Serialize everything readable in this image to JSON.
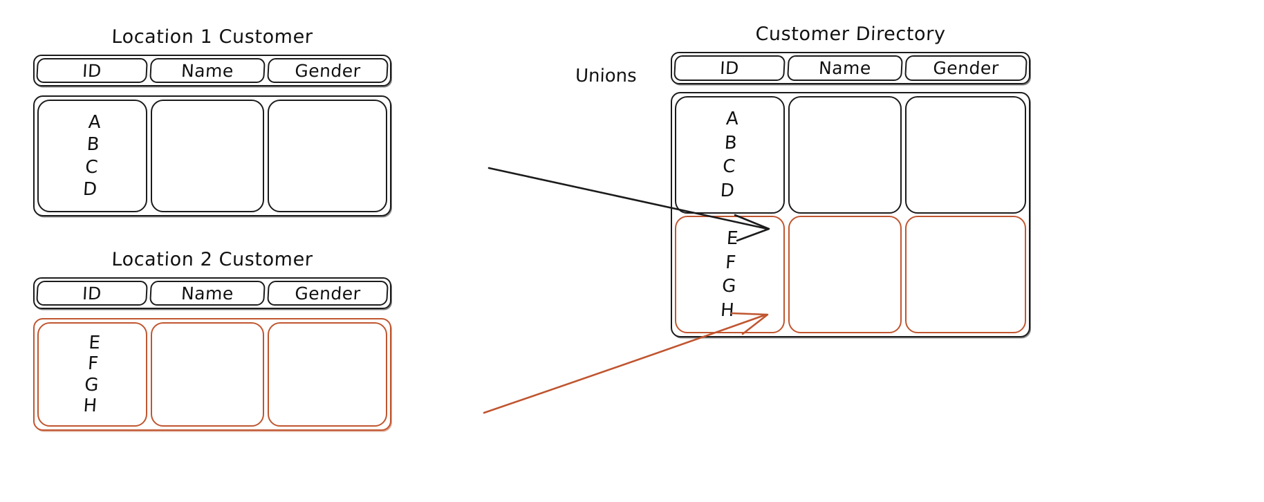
{
  "diagram": {
    "title_note": "Unions",
    "accent_color": "#c0552f",
    "ink_color": "#1b1b1b"
  },
  "labels": {
    "unions": "Unions"
  },
  "tables": {
    "location1": {
      "title": "Location 1 Customer",
      "columns": [
        "ID",
        "Name",
        "Gender"
      ],
      "rows": [
        {
          "ID": "A",
          "Name": "",
          "Gender": ""
        },
        {
          "ID": "B",
          "Name": "",
          "Gender": ""
        },
        {
          "ID": "C",
          "Name": "",
          "Gender": ""
        },
        {
          "ID": "D",
          "Name": "",
          "Gender": ""
        }
      ],
      "id_values": "A\nB\nC\nD",
      "style": "black"
    },
    "location2": {
      "title": "Location 2 Customer",
      "columns": [
        "ID",
        "Name",
        "Gender"
      ],
      "rows": [
        {
          "ID": "E",
          "Name": "",
          "Gender": ""
        },
        {
          "ID": "F",
          "Name": "",
          "Gender": ""
        },
        {
          "ID": "G",
          "Name": "",
          "Gender": ""
        },
        {
          "ID": "H",
          "Name": "",
          "Gender": ""
        }
      ],
      "id_values": "E\nF\nG\nH",
      "style": "orange-body"
    },
    "directory": {
      "title": "Customer Directory",
      "columns": [
        "ID",
        "Name",
        "Gender"
      ],
      "section_black": {
        "rows": [
          {
            "ID": "A",
            "Name": "",
            "Gender": ""
          },
          {
            "ID": "B",
            "Name": "",
            "Gender": ""
          },
          {
            "ID": "C",
            "Name": "",
            "Gender": ""
          },
          {
            "ID": "D",
            "Name": "",
            "Gender": ""
          }
        ]
      },
      "section_orange": {
        "rows": [
          {
            "ID": "E",
            "Name": "",
            "Gender": ""
          },
          {
            "ID": "F",
            "Name": "",
            "Gender": ""
          },
          {
            "ID": "G",
            "Name": "",
            "Gender": ""
          },
          {
            "ID": "H",
            "Name": "",
            "Gender": ""
          }
        ]
      }
    }
  },
  "connectors": [
    {
      "name": "arrow-location1-to-directory",
      "color": "#1b1b1b",
      "from": "Location 1 Customer",
      "to": "Customer Directory"
    },
    {
      "name": "arrow-location2-to-directory",
      "color": "#c0552f",
      "from": "Location 2 Customer",
      "to": "Customer Directory"
    }
  ]
}
